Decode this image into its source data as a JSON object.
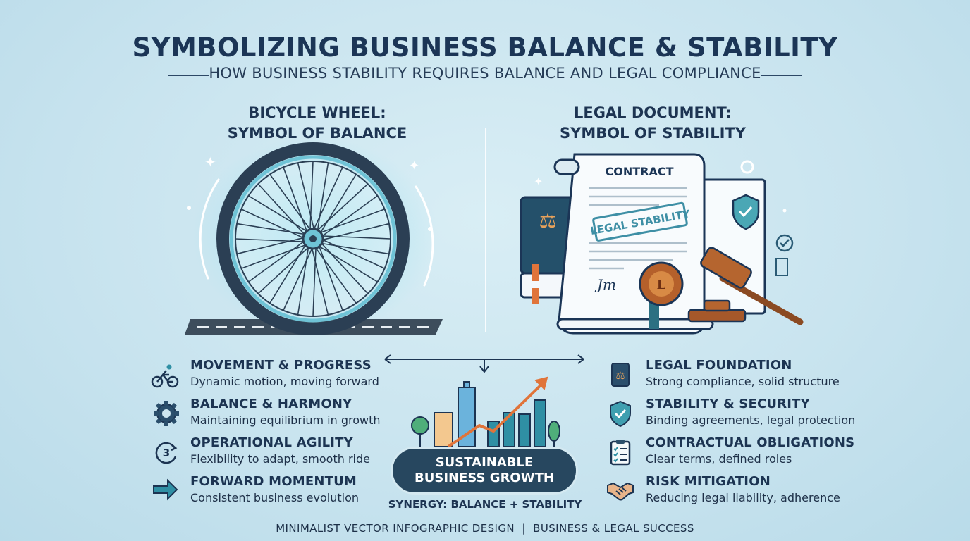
{
  "header": {
    "title": "SYMBOLIZING BUSINESS BALANCE & STABILITY",
    "subtitle": "HOW BUSINESS STABILITY REQUIRES BALANCE AND LEGAL COMPLIANCE"
  },
  "left_panel": {
    "heading_line1": "BICYCLE WHEEL:",
    "heading_line2": "SYMBOL OF BALANCE",
    "features": [
      {
        "icon": "cyclist-icon",
        "title": "MOVEMENT & PROGRESS",
        "desc": "Dynamic motion, moving forward"
      },
      {
        "icon": "gear-icon",
        "title": "BALANCE & HARMONY",
        "desc": "Maintaining equilibrium in growth"
      },
      {
        "icon": "cycle-arrows-icon",
        "icon_text": "3",
        "title": "OPERATIONAL AGILITY",
        "desc": "Flexibility to adapt, smooth ride"
      },
      {
        "icon": "arrow-right-icon",
        "title": "FORWARD MOMENTUM",
        "desc": "Consistent business evolution"
      }
    ]
  },
  "right_panel": {
    "heading_line1": "LEGAL DOCUMENT:",
    "heading_line2": "SYMBOL OF STABILITY",
    "contract_label": "CONTRACT",
    "stamp_text": "LEGAL STABILITY",
    "seal_letter": "L",
    "features": [
      {
        "icon": "law-book-icon",
        "title": "LEGAL FOUNDATION",
        "desc": "Strong compliance, solid structure"
      },
      {
        "icon": "shield-check-icon",
        "title": "STABILITY & SECURITY",
        "desc": "Binding agreements, legal protection"
      },
      {
        "icon": "checklist-icon",
        "title": "CONTRACTUAL OBLIGATIONS",
        "desc": "Clear terms, defined roles"
      },
      {
        "icon": "handshake-icon",
        "title": "RISK MITIGATION",
        "desc": "Reducing legal liability, adherence"
      }
    ]
  },
  "center": {
    "pill_line1": "SUSTAINABLE",
    "pill_line2": "BUSINESS GROWTH",
    "synergy": "SYNERGY: BALANCE + STABILITY"
  },
  "footer": {
    "text": "MINIMALIST VECTOR INFOGRAPHIC DESIGN  |  BUSINESS & LEGAL SUCCESS"
  },
  "colors": {
    "background": "#c9e4ef",
    "navy": "#1b3556",
    "teal": "#2f8fa4",
    "pill": "#27475f",
    "accent_orange": "#e0743a",
    "seal_bronze": "#b5602b"
  }
}
